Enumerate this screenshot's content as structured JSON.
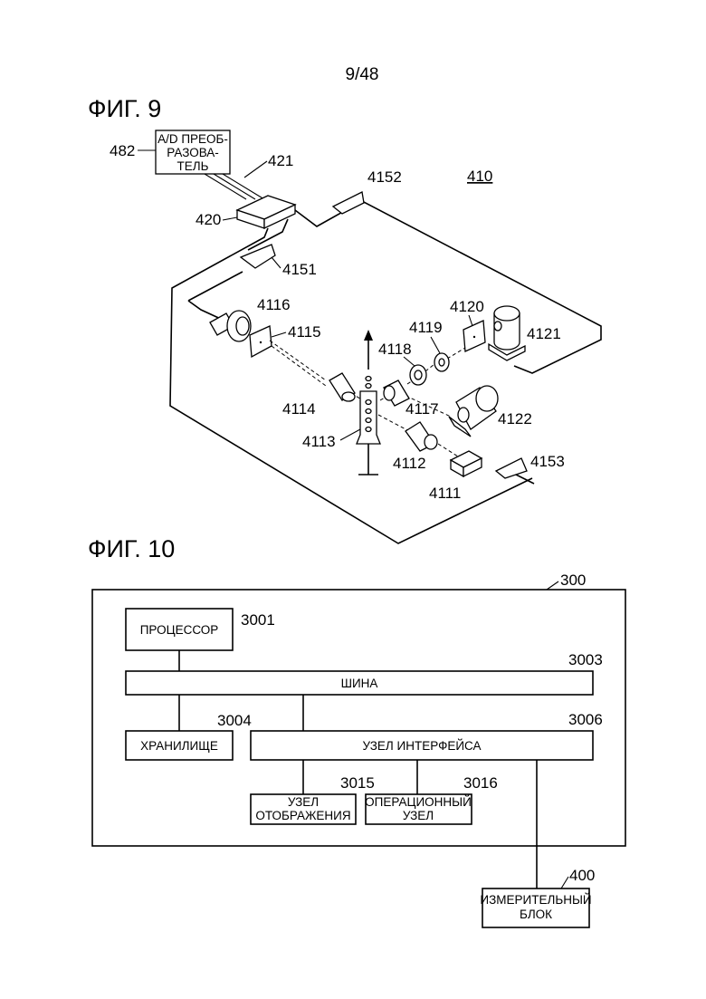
{
  "page_number": "9/48",
  "fig9": {
    "title": "ФИГ. 9",
    "ad_converter": {
      "line1": "A/D ПРЕОБ-",
      "line2": "РАЗОВА-",
      "line3": "ТЕЛЬ"
    },
    "labels": {
      "l482": "482",
      "l421": "421",
      "l420": "420",
      "l4152": "4152",
      "l410": "410",
      "l4151": "4151",
      "l4116": "4116",
      "l4115": "4115",
      "l4120": "4120",
      "l4119": "4119",
      "l4121": "4121",
      "l4118": "4118",
      "l4114": "4114",
      "l4117": "4117",
      "l4122": "4122",
      "l4113": "4113",
      "l4112": "4112",
      "l4153": "4153",
      "l4111": "4111"
    }
  },
  "fig10": {
    "title": "ФИГ. 10",
    "l300": "300",
    "processor": {
      "label": "ПРОЦЕССОР",
      "ref": "3001"
    },
    "bus": {
      "label": "ШИНА",
      "ref": "3003"
    },
    "storage": {
      "label": "ХРАНИЛИЩЕ",
      "ref": "3004"
    },
    "interface": {
      "label": "УЗЕЛ ИНТЕРФЕЙСА",
      "ref": "3006"
    },
    "display": {
      "line1": "УЗЕЛ",
      "line2": "ОТОБРАЖЕНИЯ",
      "ref": "3015"
    },
    "operation": {
      "line1": "ОПЕРАЦИОННЫЙ",
      "line2": "УЗЕЛ",
      "ref": "3016"
    },
    "measure": {
      "line1": "ИЗМЕРИТЕЛЬНЫЙ",
      "line2": "БЛОК",
      "ref": "400"
    }
  }
}
